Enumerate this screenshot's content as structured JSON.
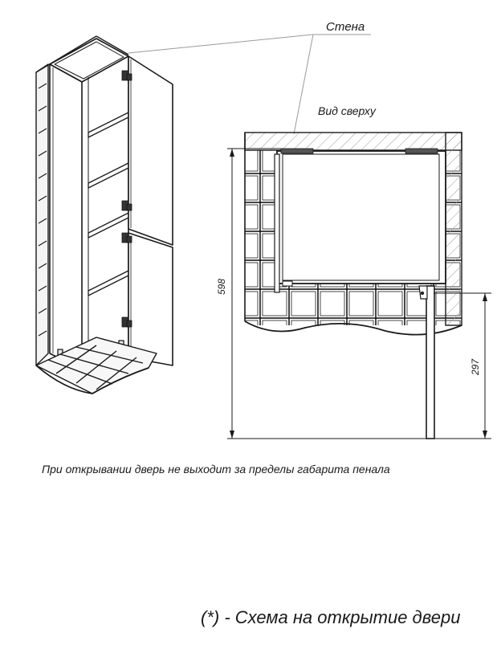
{
  "labels": {
    "wall": "Стена",
    "top_view": "Вид сверху",
    "dimension_total": "598",
    "dimension_door": "297",
    "caption": "При открывании дверь не выходит за пределы габарита пенала",
    "footer": "(*) - Схема на открытие двери"
  },
  "colors": {
    "line": "#1a1a1a",
    "thin_line": "#777777",
    "hatch": "#b8b8b8",
    "shade": "#d9d9d9"
  }
}
